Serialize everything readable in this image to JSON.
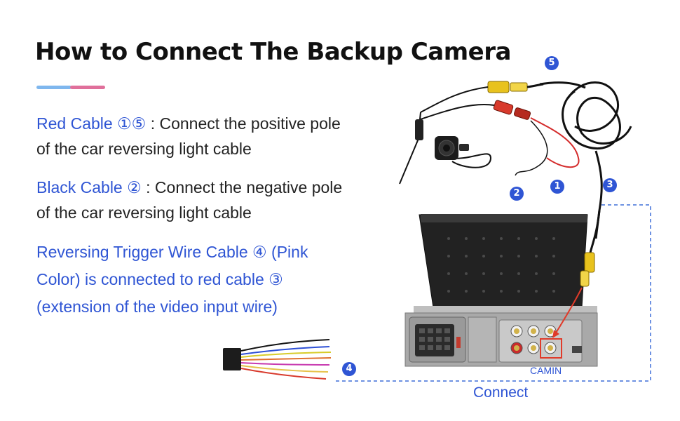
{
  "title": "How to Connect The Backup Camera",
  "paragraphs": {
    "red": {
      "label": "Red Cable ①⑤ ",
      "text": ": Connect the positive pole of the car reversing light cable"
    },
    "black": {
      "label": "Black Cable ② ",
      "text": ": Connect the negative pole of the car reversing light cable"
    },
    "trigger": {
      "text": "Reversing Trigger Wire Cable ④ (Pink Color) is connected to red cable ③ (extension of the video input wire)"
    }
  },
  "badges": {
    "b1": "1",
    "b2": "2",
    "b3": "3",
    "b4": "4",
    "b5": "5"
  },
  "diagram": {
    "camin_label": "CAMIN",
    "connect_label": "Connect"
  },
  "colors": {
    "accent_blue": "#2f55d4",
    "bar_blue": "#7fb7ee",
    "bar_pink": "#e0709b"
  }
}
